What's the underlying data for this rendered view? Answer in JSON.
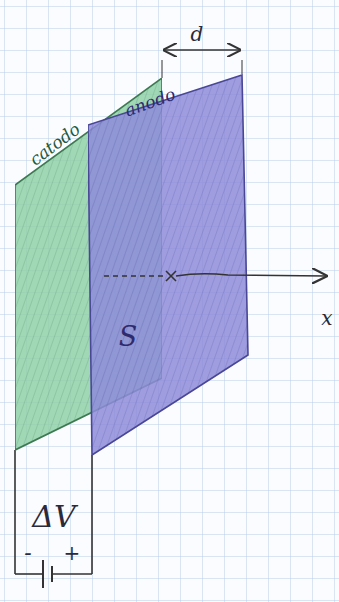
{
  "diagram": {
    "nodes": [
      {
        "text": [
          "catodo"
        ]
      },
      {
        "text": [
          "anodo",
          "S"
        ]
      }
    ],
    "labels": [
      "d",
      "x",
      "ΔV",
      "-",
      "+"
    ]
  }
}
